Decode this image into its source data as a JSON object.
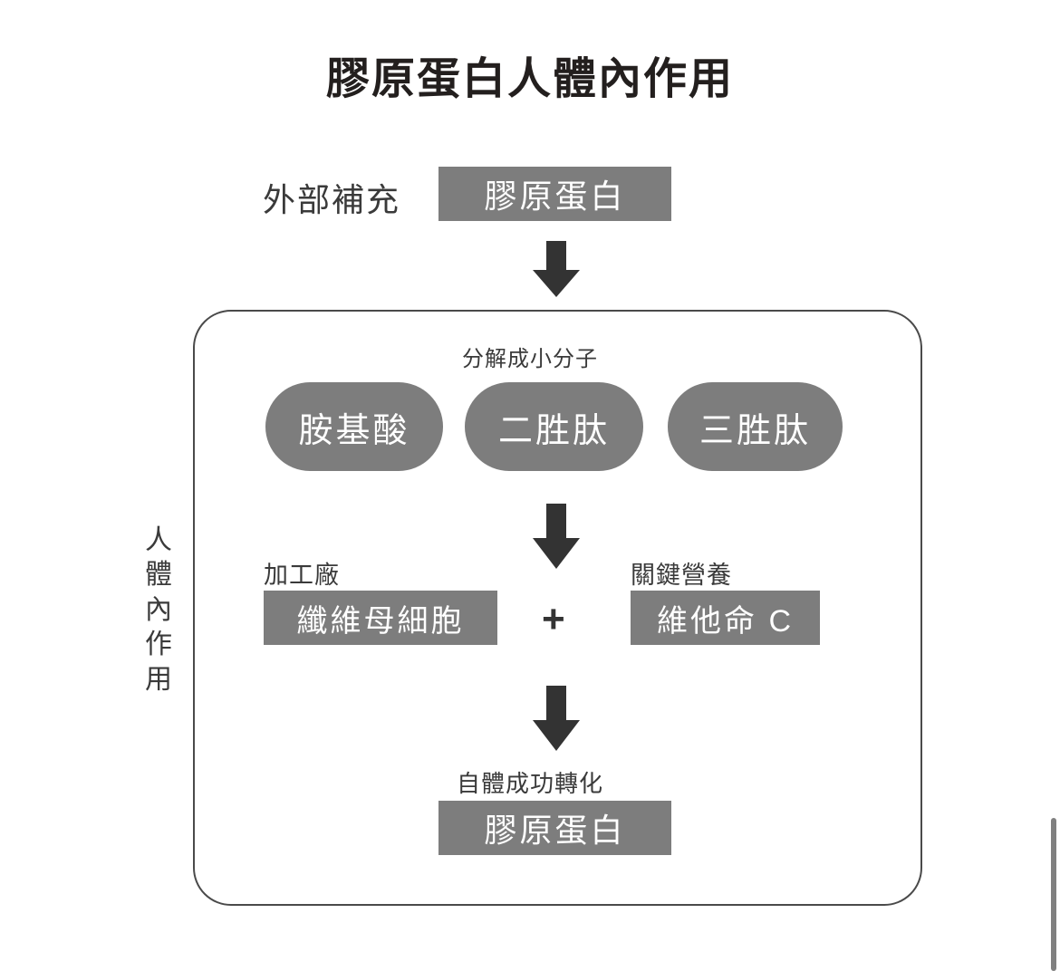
{
  "page": {
    "title": "膠原蛋白人體內作用",
    "background_color": "#ffffff",
    "box_fill_color": "#7d7d7d",
    "box_text_color": "#ffffff",
    "arrow_color": "#333333",
    "container_border_color": "#4a4a4a",
    "text_color": "#3a3a3a"
  },
  "intake": {
    "label": "外部補充",
    "box_label": "膠原蛋白"
  },
  "body_section": {
    "side_label_chars": [
      "人",
      "體",
      "內",
      "作",
      "用"
    ],
    "side_label": "人體內作用",
    "breakdown": {
      "caption": "分解成小分子",
      "pills": [
        {
          "label": "胺基酸"
        },
        {
          "label": "二胜肽"
        },
        {
          "label": "三胜肽"
        }
      ]
    },
    "synthesis": {
      "left": {
        "caption": "加工廠",
        "box_label": "纖維母細胞"
      },
      "operator": "+",
      "right": {
        "caption": "關鍵營養",
        "box_label": "維他命 C"
      }
    },
    "result": {
      "caption": "自體成功轉化",
      "box_label": "膠原蛋白"
    }
  },
  "arrows": [
    {
      "name": "arrow-intake-to-body"
    },
    {
      "name": "arrow-breakdown-to-synthesis"
    },
    {
      "name": "arrow-synthesis-to-result"
    }
  ]
}
